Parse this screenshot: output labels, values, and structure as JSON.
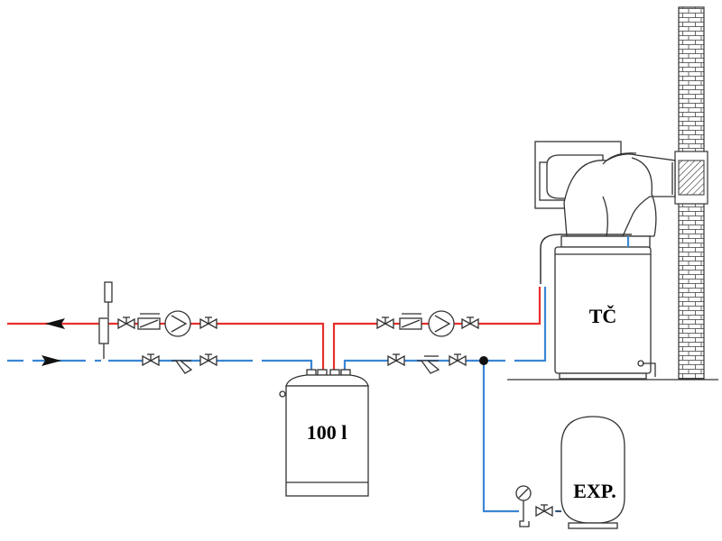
{
  "labels": {
    "heat_pump": "TČ",
    "buffer_tank": "100 l",
    "expansion_vessel": "EXP."
  },
  "colors": {
    "supply_pipe": "#e8302a",
    "return_pipe": "#3a86d4",
    "outline": "#333333"
  }
}
